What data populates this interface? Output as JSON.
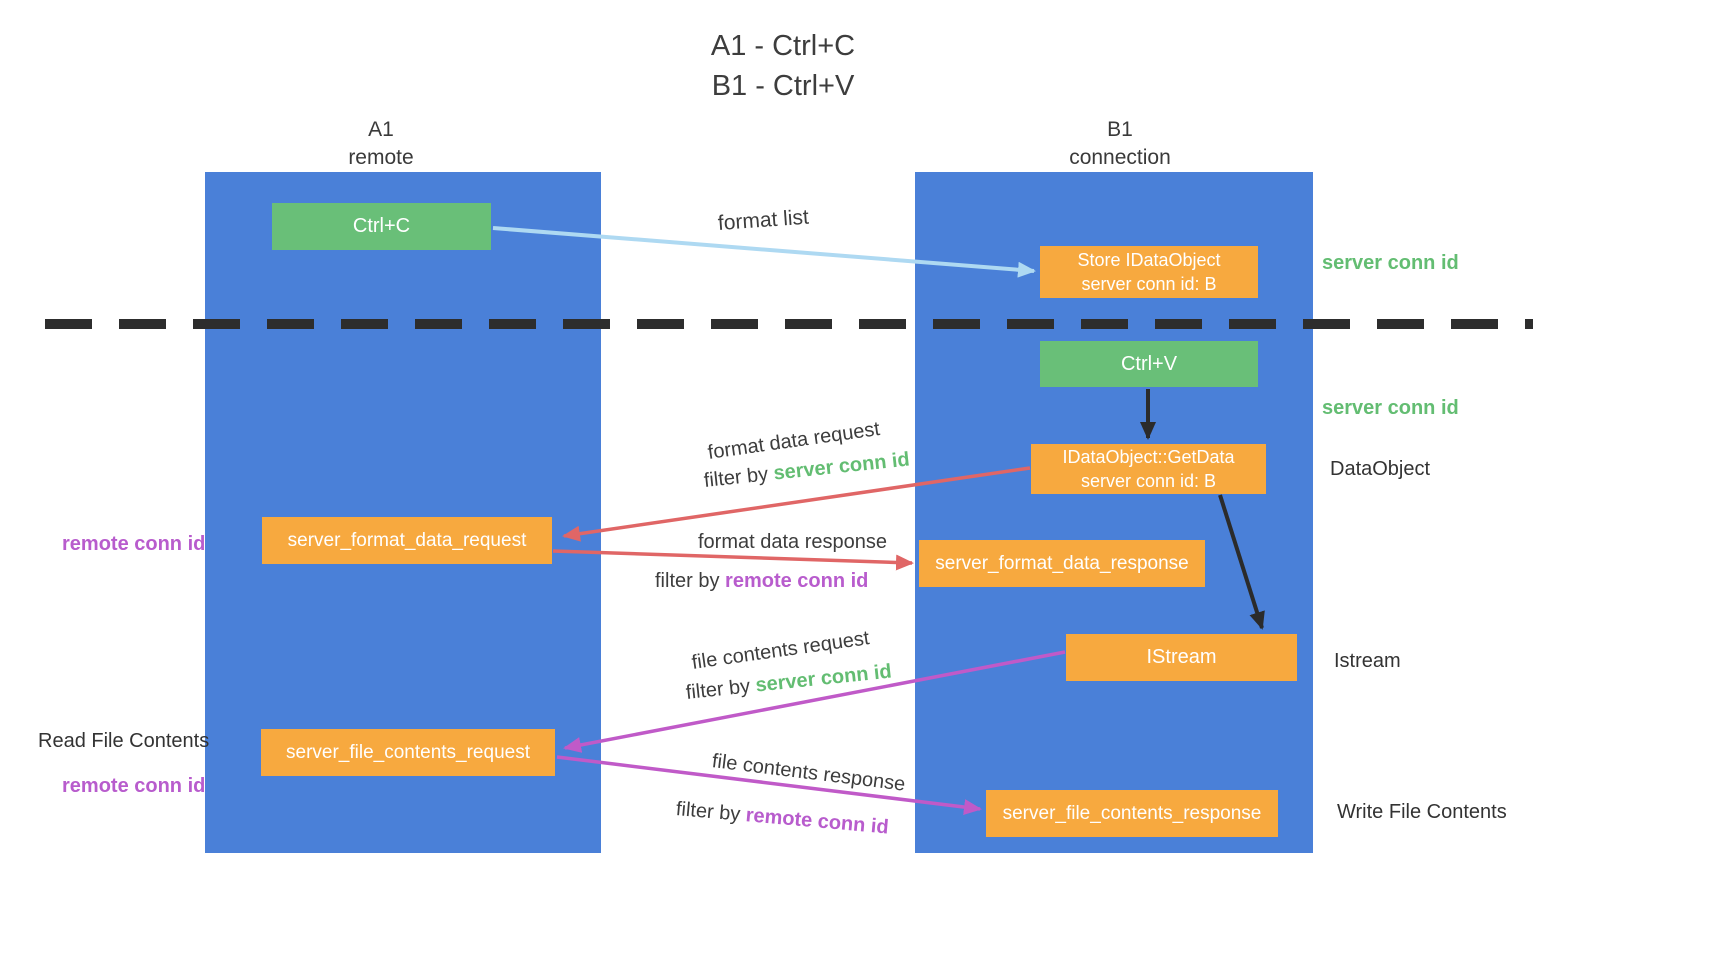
{
  "title": {
    "line1": "A1 - Ctrl+C",
    "line2": "B1 - Ctrl+V"
  },
  "lanes": {
    "left": {
      "title": "A1",
      "subtitle": "remote"
    },
    "right": {
      "title": "B1",
      "subtitle": "connection"
    }
  },
  "nodes": {
    "ctrl_c": {
      "label": "Ctrl+C"
    },
    "store_idataobject": {
      "line1": "Store IDataObject",
      "line2": "server conn id: B"
    },
    "ctrl_v": {
      "label": "Ctrl+V"
    },
    "getdata": {
      "line1": "IDataObject::GetData",
      "line2": "server conn id: B"
    },
    "server_format_data_request": {
      "label": "server_format_data_request"
    },
    "server_format_data_response": {
      "label": "server_format_data_response"
    },
    "istream": {
      "label": "IStream"
    },
    "server_file_contents_request": {
      "label": "server_file_contents_request"
    },
    "server_file_contents_response": {
      "label": "server_file_contents_response"
    }
  },
  "annotations": {
    "right": {
      "server_conn_id_1": "server conn id",
      "server_conn_id_2": "server conn id",
      "dataobject": "DataObject",
      "istream": "Istream",
      "write_file_contents": "Write File Contents"
    },
    "left": {
      "remote_conn_id_1": "remote conn id",
      "read_file_contents": "Read File Contents",
      "remote_conn_id_2": "remote conn id"
    }
  },
  "arrows": {
    "format_list": {
      "label": "format list"
    },
    "format_data_request": {
      "label": "format data request",
      "filter_prefix": "filter by",
      "filter_key": "server conn id"
    },
    "format_data_response": {
      "label": "format data response",
      "filter_prefix": "filter by",
      "filter_key": "remote conn id"
    },
    "file_contents_request": {
      "label": "file contents request",
      "filter_prefix": "filter by",
      "filter_key": "server conn id"
    },
    "file_contents_response": {
      "label": "file contents response",
      "filter_prefix": "filter by",
      "filter_key": "remote conn id"
    }
  },
  "colors": {
    "lane_blue": "#4a80d8",
    "node_green": "#69bf78",
    "node_orange": "#f7a93f",
    "arrow_light_blue": "#aed9f2",
    "arrow_black": "#2b2b2b",
    "arrow_red": "#e06666",
    "arrow_purple": "#c05ac8",
    "text_green": "#63bd72",
    "text_purple": "#b85ccd",
    "text_dark": "#3d3d3d"
  }
}
